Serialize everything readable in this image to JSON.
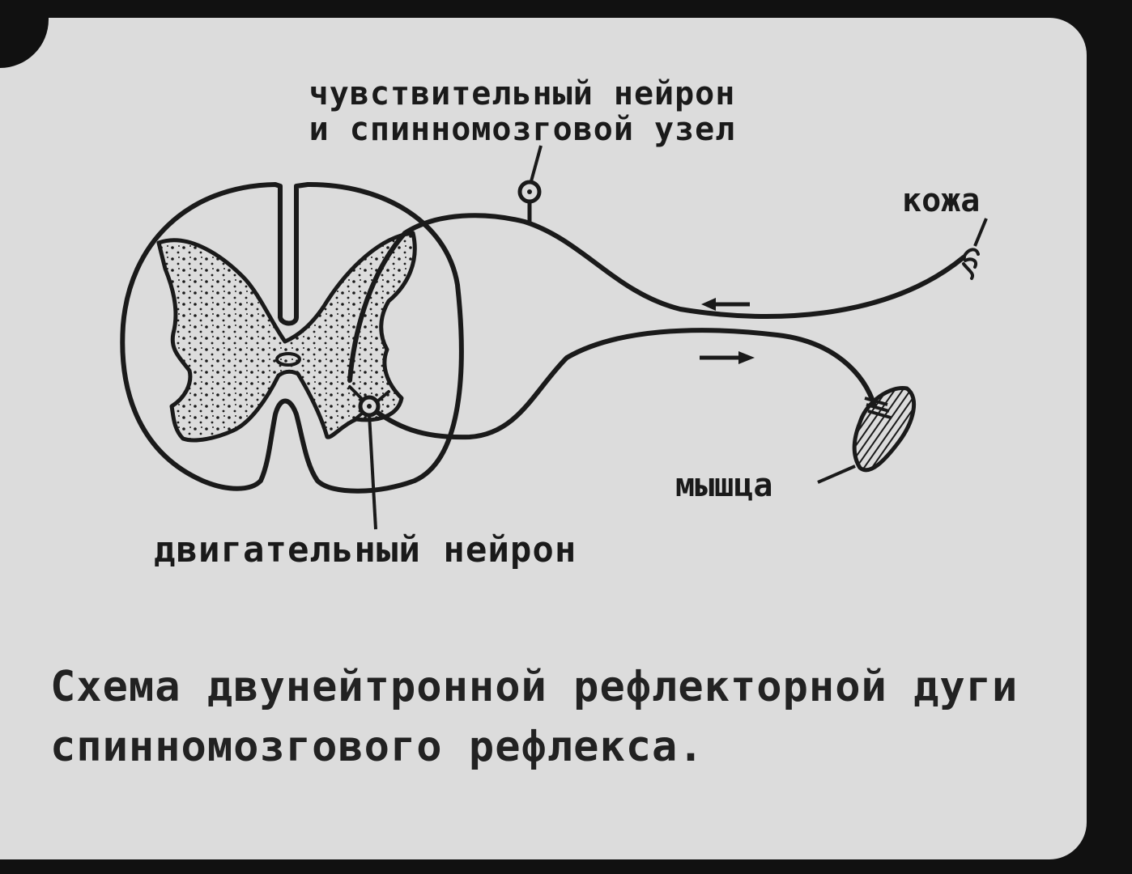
{
  "labels": {
    "sensory_line1": "чувствительный нейрон",
    "sensory_line2": "и спинномозговой узел",
    "skin": "кожа",
    "muscle": "мышца",
    "motor": "двигательный нейрон"
  },
  "caption": {
    "line1": "Схема двунейтронной рефлекторной дуги",
    "line2": "спинномозгового рефлекса."
  },
  "colors": {
    "ink": "#1a1a1a",
    "paper": "#dcdcdc",
    "frame": "#111111"
  }
}
